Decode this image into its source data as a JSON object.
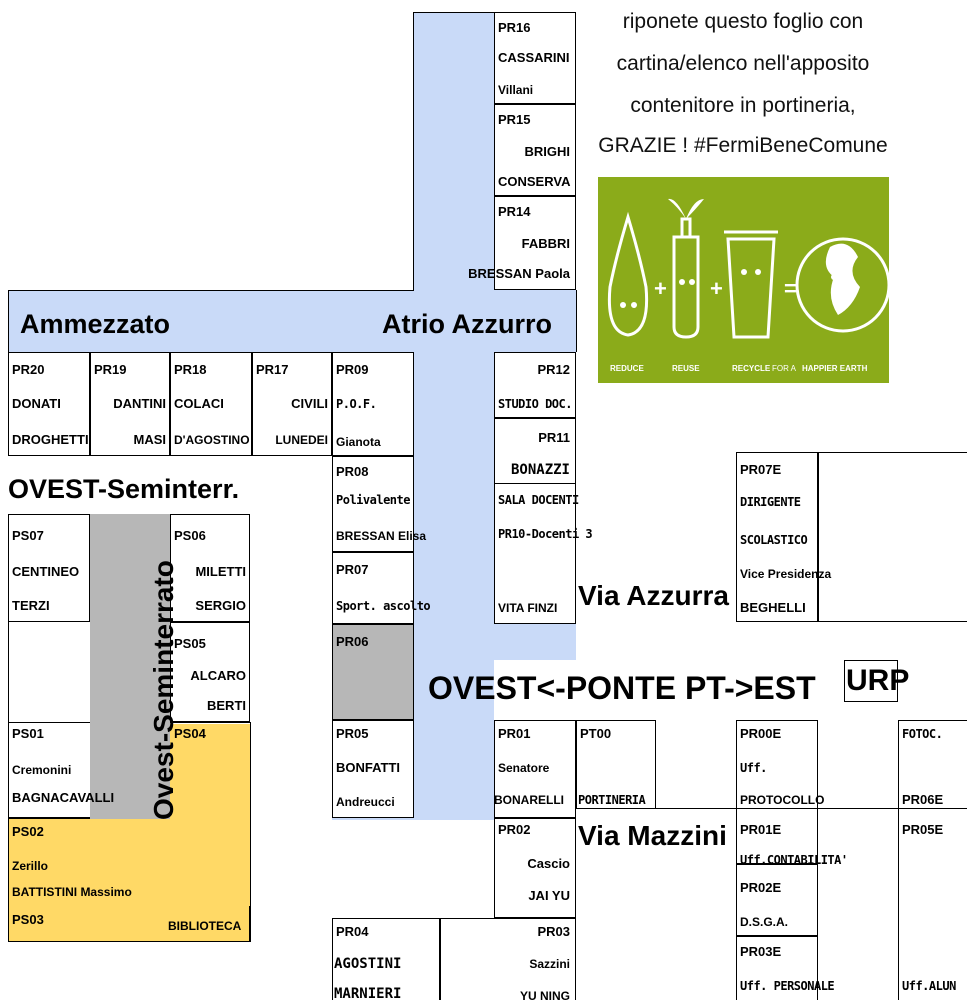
{
  "notice": {
    "lines": [
      "riponete questo foglio con",
      "cartina/elenco nell'apposito",
      "contenitore in portineria,",
      "GRAZIE ! #FermiBeneComune"
    ]
  },
  "eco_banner": {
    "labels": [
      "REDUCE",
      "REUSE",
      "RECYCLE",
      "FOR A",
      "HAPPIER EARTH"
    ],
    "plus1": "+",
    "plus2": "+",
    "equals": "=",
    "colors": {
      "background": "#8bab1a",
      "figure": "#ffffff"
    }
  },
  "zones": {
    "ammezzato": "Ammezzato",
    "atrio": "Atrio Azzurro",
    "ovest_seminterr": "OVEST-Seminterr.",
    "ovest_seminterrato_vertical": "Ovest-Seminterrato",
    "via_azzurra": "Via Azzurra",
    "ponte": "OVEST<-PONTE PT->EST",
    "urp": "URP",
    "via_mazzini": "Via Mazzini"
  },
  "rooms": {
    "pr16": [
      "PR16",
      "CASSARINI",
      "Villani"
    ],
    "pr15": [
      "PR15",
      "BRIGHI",
      "CONSERVA"
    ],
    "pr14": [
      "PR14",
      "FABBRI",
      "BRESSAN Paola"
    ],
    "pr20": [
      "PR20",
      "DONATI",
      "DROGHETTI"
    ],
    "pr19": [
      "PR19",
      "DANTINI",
      "MASI"
    ],
    "pr18": [
      "PR18",
      "COLACI",
      "D'AGOSTINO"
    ],
    "pr17": [
      "PR17",
      "CIVILI",
      "LUNEDEI"
    ],
    "pr09": [
      "PR09",
      "P.O.F.",
      "Gianota"
    ],
    "pr12": [
      "PR12",
      "STUDIO DOC."
    ],
    "pr11": [
      "PR11",
      "BONAZZI"
    ],
    "sala": [
      "SALA DOCENTI",
      "PR10-Docenti 3"
    ],
    "pr08": [
      "PR08",
      "Polivalente",
      "BRESSAN Elisa"
    ],
    "pr07": [
      "PR07",
      "Sport. ascolto"
    ],
    "vitafinzi": "VITA FINZI",
    "pr06": "PR06",
    "pr07e": [
      "PR07E",
      "DIRIGENTE",
      "SCOLASTICO",
      "Vice Presidenza",
      "BEGHELLI"
    ],
    "ps07": [
      "PS07",
      "CENTINEO",
      "TERZI"
    ],
    "ps06": [
      "PS06",
      "MILETTI",
      "SERGIO"
    ],
    "ps05": [
      "PS05",
      "ALCARO",
      "BERTI"
    ],
    "ps01": [
      "PS01",
      "Cremonini",
      "BAGNACAVALLI"
    ],
    "ps04": "PS04",
    "ps02": [
      "PS02",
      "Zerillo",
      "BATTISTINI Massimo"
    ],
    "ps03": [
      "PS03",
      "BIBLIOTECA"
    ],
    "pr05": [
      "PR05",
      "BONFATTI",
      "Andreucci"
    ],
    "pr01": [
      "PR01",
      "Senatore",
      "BONARELLI"
    ],
    "pt00": [
      "PT00",
      "PORTINERIA"
    ],
    "pr02": [
      "PR02",
      "Cascio",
      "JAI YU"
    ],
    "pr04": [
      "PR04",
      "AGOSTINI",
      "MARNIERI"
    ],
    "pr03": [
      "PR03",
      "Sazzini",
      "YU NING"
    ],
    "pr00e": [
      "PR00E",
      "Uff.",
      "PROTOCOLLO"
    ],
    "pr01e": [
      "PR01E",
      "Uff.CONTABILITA'"
    ],
    "pr02e": [
      "PR02E",
      "D.S.G.A."
    ],
    "pr03e": [
      "PR03E",
      "Uff. PERSONALE"
    ],
    "fotoc": "FOTOC.",
    "pr06e": "PR06E",
    "pr05e": "PR05E",
    "uffalun": "Uff.ALUN"
  }
}
